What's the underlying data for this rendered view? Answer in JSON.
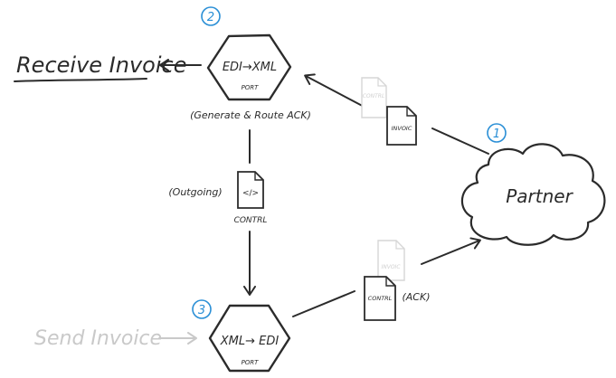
{
  "colors": {
    "ink": "#2b2b2b",
    "faded": "#c9c9c9",
    "step_blue": "#2a8fd6",
    "bg": "#ffffff"
  },
  "steps": {
    "one": "1",
    "two": "2",
    "three": "3"
  },
  "labels": {
    "receive_invoice": "Receive Invoice",
    "send_invoice": "Send Invoice",
    "partner": "Partner",
    "generate_route": "(Generate & Route ACK)",
    "outgoing": "(Outgoing)",
    "ack": "(ACK)"
  },
  "ports": {
    "top": {
      "title": "EDI→XML",
      "sub": "PORT"
    },
    "bottom": {
      "title": "XML→ EDI",
      "sub": "PORT"
    }
  },
  "documents": {
    "invoic": "INVOIC",
    "contrl_faded_top": "CONTRL",
    "outgoing_code": "</>",
    "outgoing_label": "CONTRL",
    "contrl_ack": "CONTRL",
    "invoic_faded_bottom": "INVOIC"
  }
}
